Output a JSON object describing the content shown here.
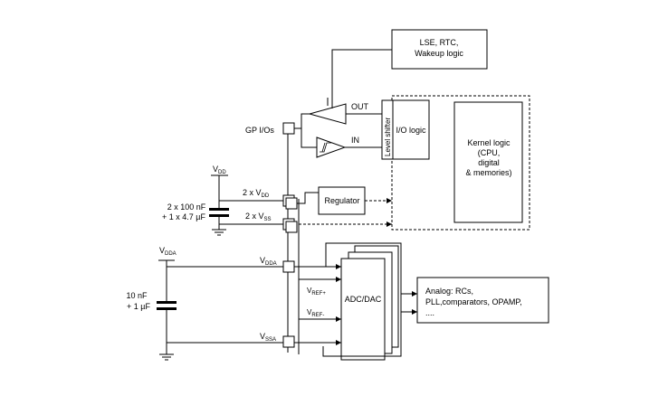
{
  "blocks": {
    "lse": [
      "LSE, RTC,",
      "Wakeup logic"
    ],
    "io_logic": "I/O logic",
    "level_shifter": "Level shifter",
    "kernel": [
      "Kernel logic",
      "(CPU,",
      "digital",
      "& memories)"
    ],
    "regulator": "Regulator",
    "adc_dac": "ADC/DAC",
    "analog": [
      "Analog: RCs,",
      "PLL,comparators, OPAMP,",
      "...."
    ]
  },
  "signals": {
    "out": "OUT",
    "in": "IN",
    "gp_ios": "GP I/Os"
  },
  "pins": {
    "vdd_top": {
      "main": "V",
      "sub": "DD"
    },
    "vdd_pin": {
      "main": "2 x V",
      "sub": "DD"
    },
    "vss_pin": {
      "main": "2 x V",
      "sub": "SS"
    },
    "vdda_top": {
      "main": "V",
      "sub": "DDA"
    },
    "vdda_pin": {
      "main": "V",
      "sub": "DDA"
    },
    "vref_plus": {
      "main": "V",
      "sub": "REF+"
    },
    "vref_minus": {
      "main": "V",
      "sub": "REF-"
    },
    "vssa_pin": {
      "main": "V",
      "sub": "SSA"
    }
  },
  "capacitors": {
    "digital": [
      "2 x 100 nF",
      "+ 1 x 4.7 µF"
    ],
    "analog": [
      "10 nF",
      "+ 1 µF"
    ]
  }
}
